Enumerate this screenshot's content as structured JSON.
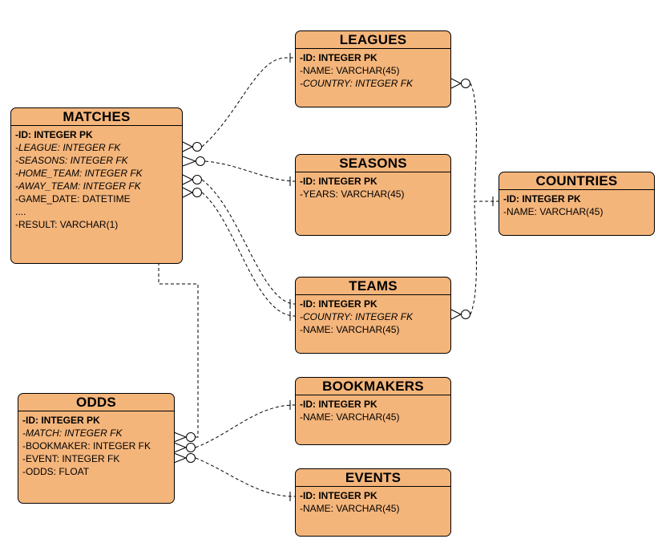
{
  "entities": {
    "leagues": {
      "title": "LEAGUES",
      "fields": [
        {
          "text": "-ID: INTEGER PK",
          "kind": "pk"
        },
        {
          "text": "-NAME: VARCHAR(45)",
          "kind": "plain"
        },
        {
          "text": "-COUNTRY: INTEGER FK",
          "kind": "fk"
        }
      ]
    },
    "matches": {
      "title": "MATCHES",
      "fields": [
        {
          "text": "-ID: INTEGER PK",
          "kind": "pk"
        },
        {
          "text": "-LEAGUE: INTEGER FK",
          "kind": "fk"
        },
        {
          "text": "-SEASONS: INTEGER FK",
          "kind": "fk"
        },
        {
          "text": "-HOME_TEAM: INTEGER FK",
          "kind": "fk"
        },
        {
          "text": "-AWAY_TEAM: INTEGER FK",
          "kind": "fk"
        },
        {
          "text": "-GAME_DATE: DATETIME",
          "kind": "plain"
        },
        {
          "text": "....",
          "kind": "plain"
        },
        {
          "text": "-RESULT: VARCHAR(1)",
          "kind": "plain"
        }
      ]
    },
    "seasons": {
      "title": "SEASONS",
      "fields": [
        {
          "text": "-ID: INTEGER PK",
          "kind": "pk"
        },
        {
          "text": "-YEARS: VARCHAR(45)",
          "kind": "plain"
        }
      ]
    },
    "countries": {
      "title": "COUNTRIES",
      "fields": [
        {
          "text": "-ID: INTEGER PK",
          "kind": "pk"
        },
        {
          "text": "-NAME: VARCHAR(45)",
          "kind": "plain"
        }
      ]
    },
    "teams": {
      "title": "TEAMS",
      "fields": [
        {
          "text": "-ID: INTEGER PK",
          "kind": "pk"
        },
        {
          "text": "-COUNTRY: INTEGER FK",
          "kind": "fk"
        },
        {
          "text": "-NAME: VARCHAR(45)",
          "kind": "plain"
        }
      ]
    },
    "bookmakers": {
      "title": "BOOKMAKERS",
      "fields": [
        {
          "text": "-ID: INTEGER PK",
          "kind": "pk"
        },
        {
          "text": "-NAME: VARCHAR(45)",
          "kind": "plain"
        }
      ]
    },
    "odds": {
      "title": "ODDS",
      "fields": [
        {
          "text": "-ID: INTEGER PK",
          "kind": "pk"
        },
        {
          "text": "-MATCH: INTEGER FK",
          "kind": "fk"
        },
        {
          "text": "-BOOKMAKER: INTEGER FK",
          "kind": "plain"
        },
        {
          "text": "-EVENT: INTEGER FK",
          "kind": "plain"
        },
        {
          "text": "-ODDS: FLOAT",
          "kind": "plain"
        }
      ]
    },
    "events": {
      "title": "EVENTS",
      "fields": [
        {
          "text": "-ID: INTEGER PK",
          "kind": "pk"
        },
        {
          "text": "-NAME: VARCHAR(45)",
          "kind": "plain"
        }
      ]
    }
  },
  "relationships": [
    {
      "from": "matches",
      "to": "leagues",
      "from_end": "zero-or-many",
      "to_end": "one"
    },
    {
      "from": "matches",
      "to": "seasons",
      "from_end": "zero-or-many",
      "to_end": "one"
    },
    {
      "from": "matches",
      "to": "teams",
      "from_end": "zero-or-many",
      "to_end": "one",
      "role": "home_team"
    },
    {
      "from": "matches",
      "to": "teams",
      "from_end": "zero-or-many",
      "to_end": "one",
      "role": "away_team"
    },
    {
      "from": "leagues",
      "to": "countries",
      "from_end": "zero-or-many",
      "to_end": "one"
    },
    {
      "from": "teams",
      "to": "countries",
      "from_end": "zero-or-many",
      "to_end": "one"
    },
    {
      "from": "odds",
      "to": "matches",
      "from_end": "zero-or-many",
      "to_end": "one"
    },
    {
      "from": "odds",
      "to": "bookmakers",
      "from_end": "zero-or-many",
      "to_end": "one"
    },
    {
      "from": "odds",
      "to": "events",
      "from_end": "zero-or-many",
      "to_end": "one"
    }
  ],
  "colors": {
    "entity_fill": "#f4b57b",
    "entity_border": "#000000",
    "line": "#000000"
  }
}
